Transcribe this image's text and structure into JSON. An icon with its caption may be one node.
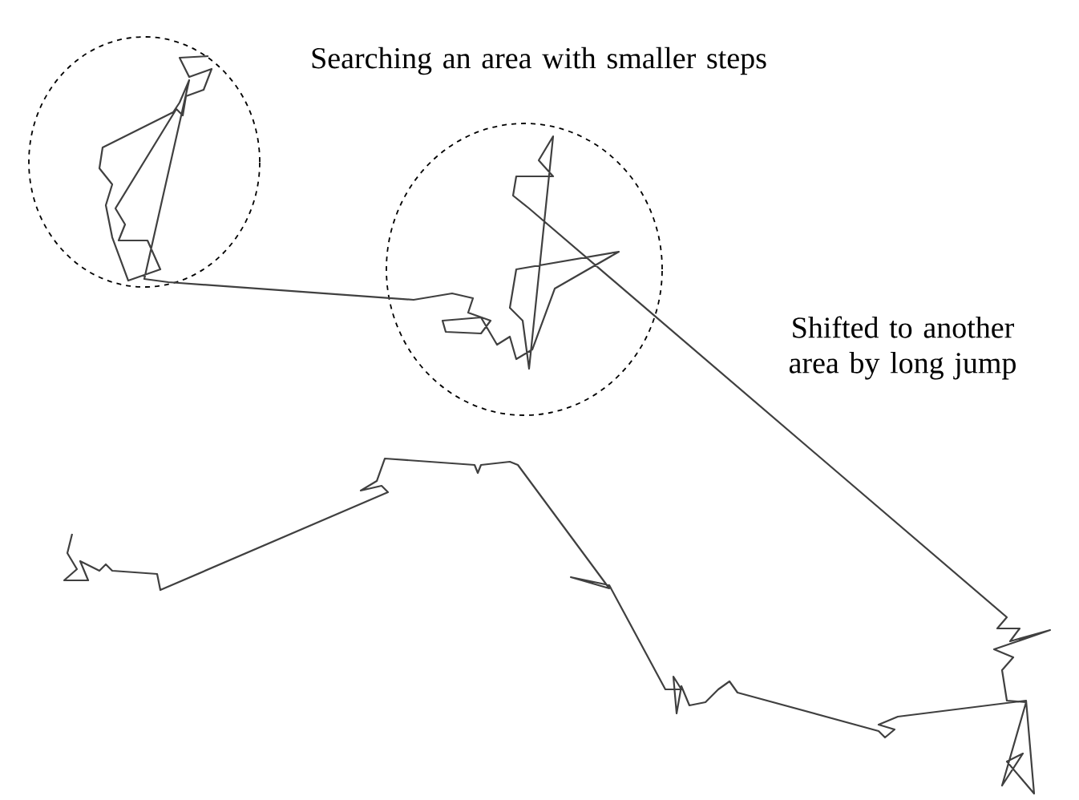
{
  "diagram": {
    "nodes": [
      {
        "text": [],
        "shape": "circle"
      },
      {
        "text": [],
        "shape": "circle"
      }
    ],
    "labels": [
      "Searching an area with smaller steps",
      "Shifted to another area by long jump"
    ]
  }
}
